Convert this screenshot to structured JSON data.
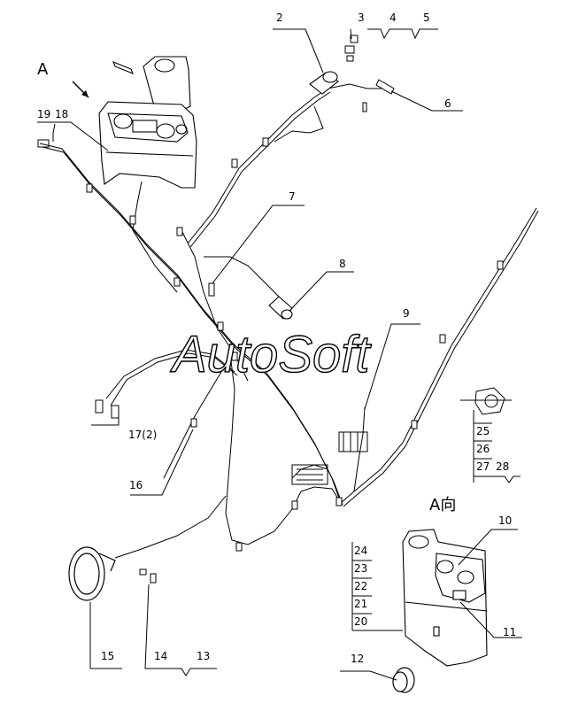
{
  "view_labels": {
    "view_a": "A",
    "view_a_dir": "A向"
  },
  "watermark": "AutoSoft",
  "callouts": {
    "c2": "2",
    "c3": "3",
    "c4": "4",
    "c5": "5",
    "c6": "6",
    "c7": "7",
    "c8": "8",
    "c9": "9",
    "c10": "10",
    "c11": "11",
    "c12": "12",
    "c13": "13",
    "c14": "14",
    "c15": "15",
    "c16": "16",
    "c17": "17(2)",
    "c18": "18",
    "c19": "19",
    "c20": "20",
    "c21": "21",
    "c22": "22",
    "c23": "23",
    "c24": "24",
    "c25": "25",
    "c26": "26",
    "c27": "27",
    "c28": "28"
  }
}
